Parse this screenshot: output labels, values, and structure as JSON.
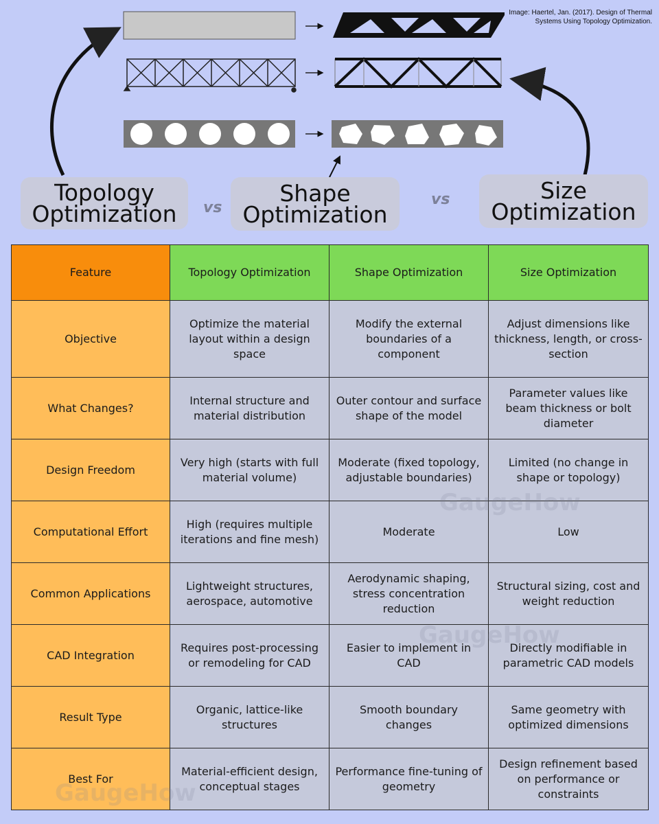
{
  "header": {
    "credit_line1": "Image: Haertel, Jan. (2017). Design of Thermal",
    "credit_line2": "Systems Using Topology Optimization.",
    "titles": [
      {
        "line1": "Topology",
        "line2": "Optimization"
      },
      {
        "line1": "Shape",
        "line2": "Optimization"
      },
      {
        "line1": "Size",
        "line2": "Optimization"
      }
    ],
    "vs_label": "vs"
  },
  "watermark": "GaugeHow",
  "colors": {
    "background": "#c3ccf8",
    "header_feature": "#f88d0c",
    "header_column": "#7ed957",
    "feature_cell": "#ffbd59",
    "content_cell": "#c5c9db"
  },
  "table": {
    "headers": [
      "Feature",
      "Topology Optimization",
      "Shape Optimization",
      "Size Optimization"
    ],
    "rows": [
      [
        "Objective",
        "Optimize the material layout within a design space",
        "Modify the external boundaries of a component",
        "Adjust dimensions like thickness, length, or cross-section"
      ],
      [
        "What Changes?",
        "Internal structure and material distribution",
        "Outer contour and surface shape of the model",
        "Parameter values like beam thickness or bolt diameter"
      ],
      [
        "Design Freedom",
        "Very high (starts with full material volume)",
        "Moderate (fixed topology, adjustable boundaries)",
        "Limited (no change in shape or topology)"
      ],
      [
        "Computational Effort",
        "High (requires multiple iterations and fine mesh)",
        "Moderate",
        "Low"
      ],
      [
        "Common Applications",
        "Lightweight structures, aerospace, automotive",
        "Aerodynamic shaping, stress concentration reduction",
        "Structural sizing, cost and weight reduction"
      ],
      [
        "CAD Integration",
        "Requires post-processing or remodeling for CAD",
        "Easier to implement in CAD",
        "Directly modifiable in parametric CAD models"
      ],
      [
        "Result Type",
        "Organic, lattice-like structures",
        "Smooth boundary changes",
        "Same geometry with optimized dimensions"
      ],
      [
        "Best For",
        "Material-efficient design, conceptual stages",
        "Performance fine-tuning of geometry",
        "Design refinement based on performance or constraints"
      ]
    ]
  }
}
